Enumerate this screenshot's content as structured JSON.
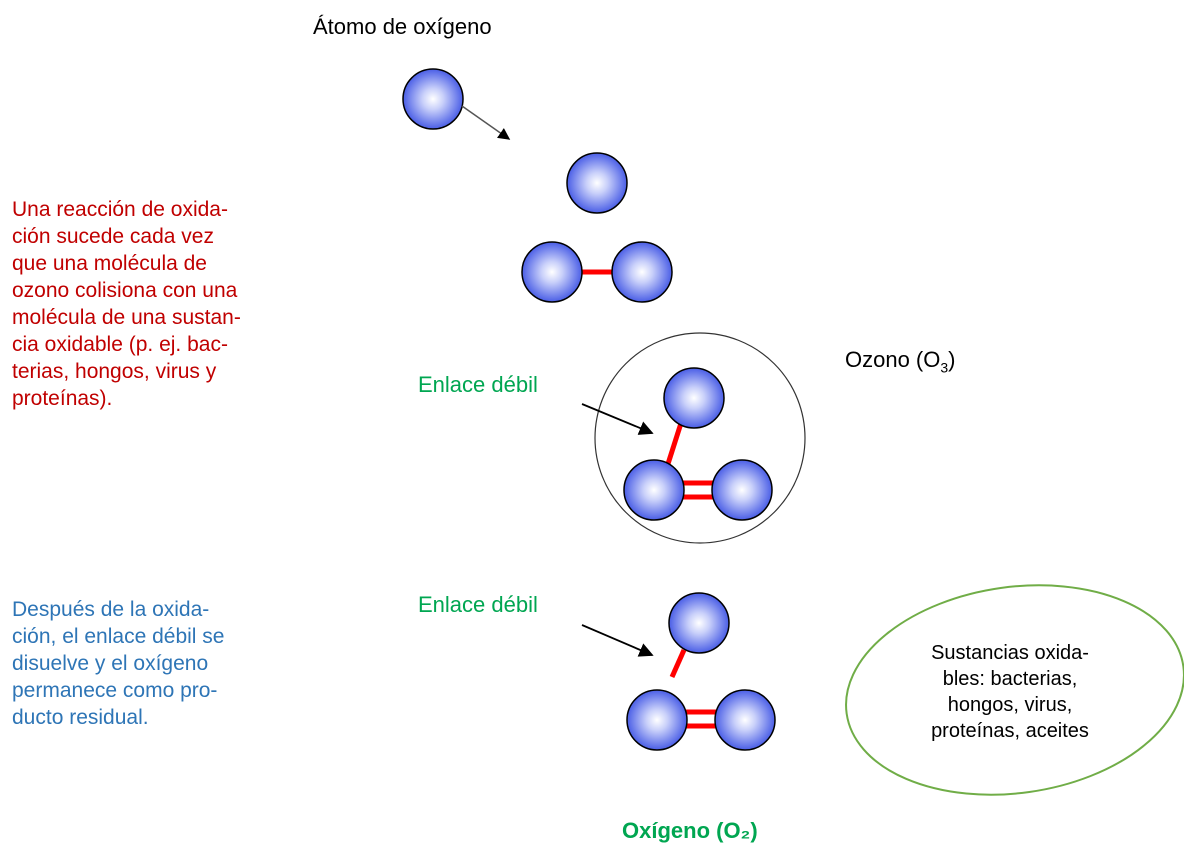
{
  "labels": {
    "oxygen_atom": "Átomo de oxígeno",
    "ozone_prefix": "Ozono (O",
    "ozone_sub": "3",
    "ozone_suffix": ")",
    "weak_bond_1": "Enlace débil",
    "weak_bond_2": "Enlace débil",
    "oxygen_o2": "Oxígeno (O₂)"
  },
  "paragraphs": {
    "oxidation_reaction": [
      "Una reacción de oxida-",
      "ción sucede cada vez",
      "que una molécula de",
      "ozono colisiona con una",
      "molécula de una sustan-",
      "cia oxidable (p. ej. bac-",
      "terias, hongos, virus y",
      "proteínas)."
    ],
    "after_oxidation": [
      "Después de la oxida-",
      "ción, el enlace débil se",
      "disuelve y el oxígeno",
      "permanece como pro-",
      "ducto residual."
    ]
  },
  "ellipse_text": [
    "Sustancias oxida-",
    "bles: bacterias,",
    "hongos, virus,",
    "proteínas, aceites"
  ],
  "colors": {
    "red_text": "#c00000",
    "blue_text": "#2e75b6",
    "green_text": "#00a651",
    "bond": "#ff0000",
    "atom_fill": "#5b6ee8",
    "ellipse_stroke": "#70ad47"
  }
}
